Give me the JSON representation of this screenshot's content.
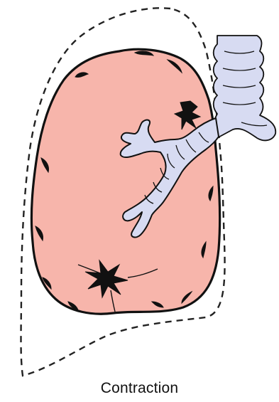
{
  "caption": "Contraction",
  "colors": {
    "lung_fill": "#F7B5AB",
    "bronchus_fill": "#D7DBF2",
    "outline": "#111111",
    "dashed_outline": "#222222",
    "background": "#FFFFFF"
  },
  "parts": [
    "contracted-lung",
    "original-lung-outline",
    "trachea",
    "bronchial-tree"
  ]
}
